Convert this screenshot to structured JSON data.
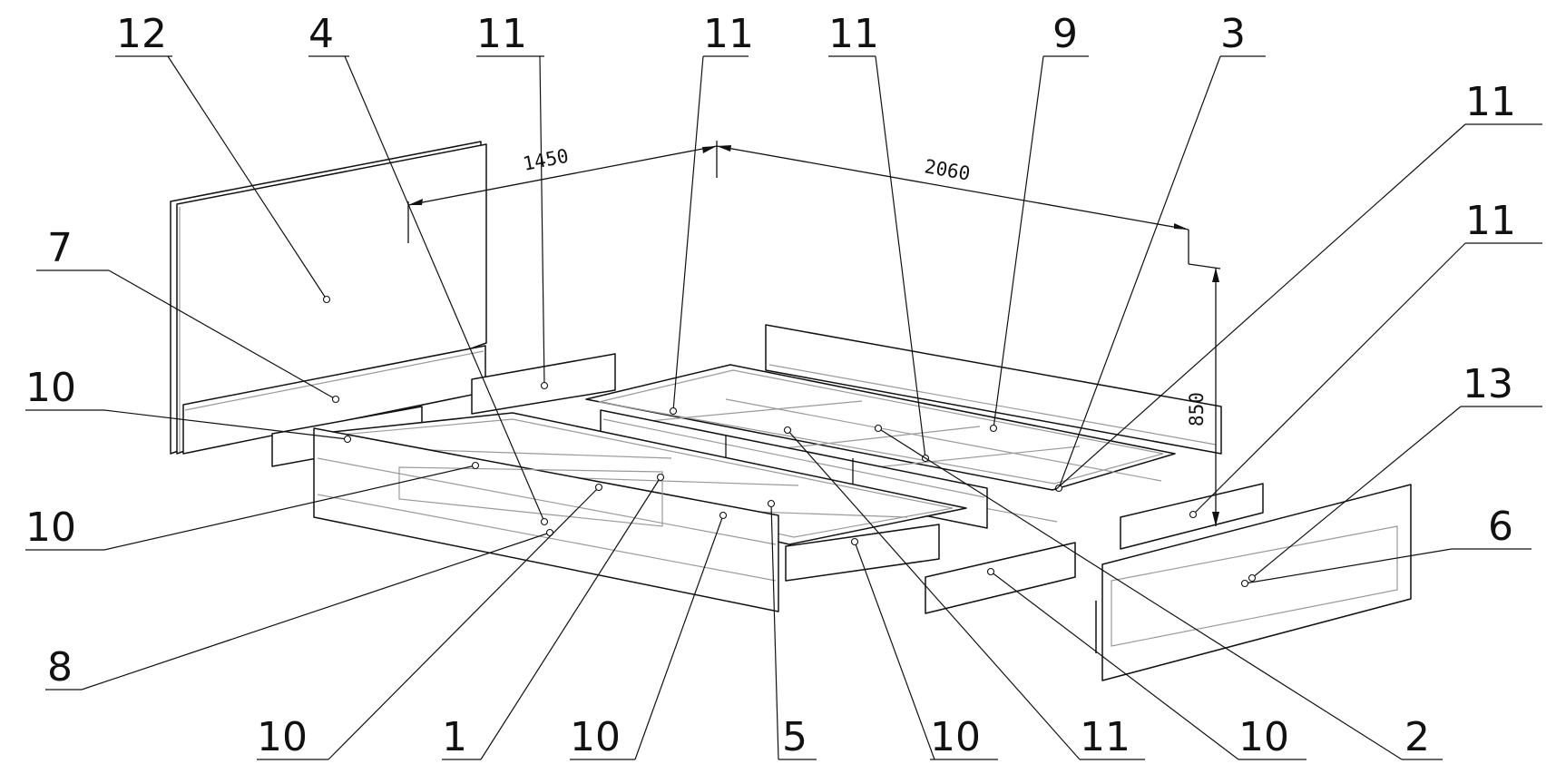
{
  "diagram": {
    "colors": {
      "line": "#111111",
      "hidden_line": "#9a9a9a",
      "background": "#ffffff"
    },
    "dimensions": [
      {
        "id": "width",
        "value": "1450"
      },
      {
        "id": "length",
        "value": "2060"
      },
      {
        "id": "height",
        "value": "850"
      }
    ],
    "callouts": [
      {
        "id": "c-12-top",
        "label": "12"
      },
      {
        "id": "c-4-top",
        "label": "4"
      },
      {
        "id": "c-11-top-a",
        "label": "11"
      },
      {
        "id": "c-11-top-b",
        "label": "11"
      },
      {
        "id": "c-11-top-c",
        "label": "11"
      },
      {
        "id": "c-9-top",
        "label": "9"
      },
      {
        "id": "c-3-top",
        "label": "3"
      },
      {
        "id": "c-11-right-a",
        "label": "11"
      },
      {
        "id": "c-11-right-b",
        "label": "11"
      },
      {
        "id": "c-13-right",
        "label": "13"
      },
      {
        "id": "c-6-right",
        "label": "6"
      },
      {
        "id": "c-7-left",
        "label": "7"
      },
      {
        "id": "c-10-left-a",
        "label": "10"
      },
      {
        "id": "c-10-left-b",
        "label": "10"
      },
      {
        "id": "c-8-left",
        "label": "8"
      },
      {
        "id": "c-10-bottom-a",
        "label": "10"
      },
      {
        "id": "c-1-bottom",
        "label": "1"
      },
      {
        "id": "c-10-bottom-b",
        "label": "10"
      },
      {
        "id": "c-5-bottom",
        "label": "5"
      },
      {
        "id": "c-10-bottom-c",
        "label": "10"
      },
      {
        "id": "c-11-bottom",
        "label": "11"
      },
      {
        "id": "c-10-bottom-d",
        "label": "10"
      },
      {
        "id": "c-2-bottom",
        "label": "2"
      }
    ]
  }
}
